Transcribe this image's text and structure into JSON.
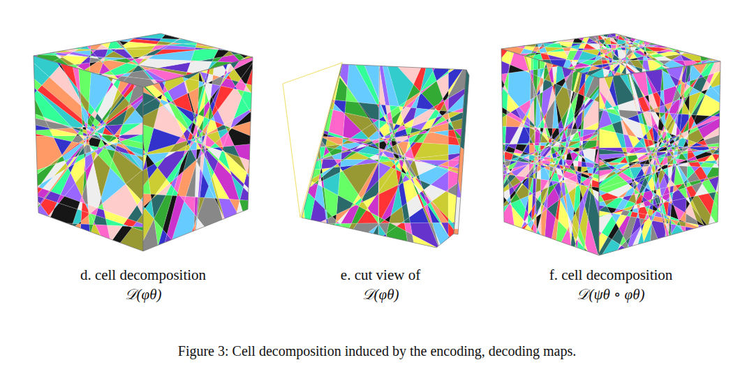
{
  "diagram": {
    "caption": "Figure 3: Cell decomposition induced by the encoding, decoding maps.",
    "labels": [
      "d. cell decomposition",
      "𝒟(φθ)",
      "e. cut view of",
      "𝒟(φθ)",
      "f. cell decomposition",
      "𝒟(ψθ ∘ φθ)"
    ]
  }
}
